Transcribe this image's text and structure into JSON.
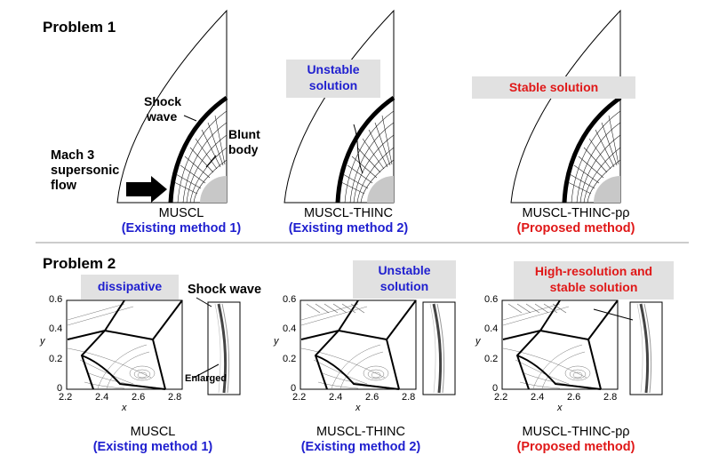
{
  "colors": {
    "existing": "#1f1fcf",
    "proposed": "#e01818",
    "callout_bg": "#e1e1e1"
  },
  "problem1": {
    "heading": "Problem 1",
    "annotations": {
      "shock_wave": [
        "Shock",
        "wave"
      ],
      "blunt_body": [
        "Blunt",
        "body"
      ],
      "flow": [
        "Mach 3",
        "supersonic",
        "flow"
      ]
    },
    "panels": [
      {
        "method": "MUSCL",
        "subtitle": "(Existing method 1)",
        "callout": ""
      },
      {
        "method": "MUSCL-THINC",
        "subtitle": "(Existing method 2)",
        "callout": [
          "Unstable",
          "solution"
        ]
      },
      {
        "method": "MUSCL-THINC-pρ",
        "subtitle": "(Proposed method)",
        "callout": [
          "Stable solution"
        ]
      }
    ]
  },
  "problem2": {
    "heading": "Problem 2",
    "shock_wave_label": "Shock wave",
    "enlarged_label": "Enlarged",
    "axis": {
      "xlabel": "x",
      "ylabel": "y",
      "xticks": [
        "2.2",
        "2.4",
        "2.6",
        "2.8"
      ],
      "yticks": [
        "0",
        "0.2",
        "0.4",
        "0.6"
      ]
    },
    "panels": [
      {
        "method": "MUSCL",
        "subtitle": "(Existing method 1)",
        "callout": [
          "dissipative"
        ]
      },
      {
        "method": "MUSCL-THINC",
        "subtitle": "(Existing method 2)",
        "callout": [
          "Unstable",
          "solution"
        ]
      },
      {
        "method": "MUSCL-THINC-pρ",
        "subtitle": "(Proposed method)",
        "callout": [
          "High-resolution and",
          "stable solution"
        ]
      }
    ]
  }
}
